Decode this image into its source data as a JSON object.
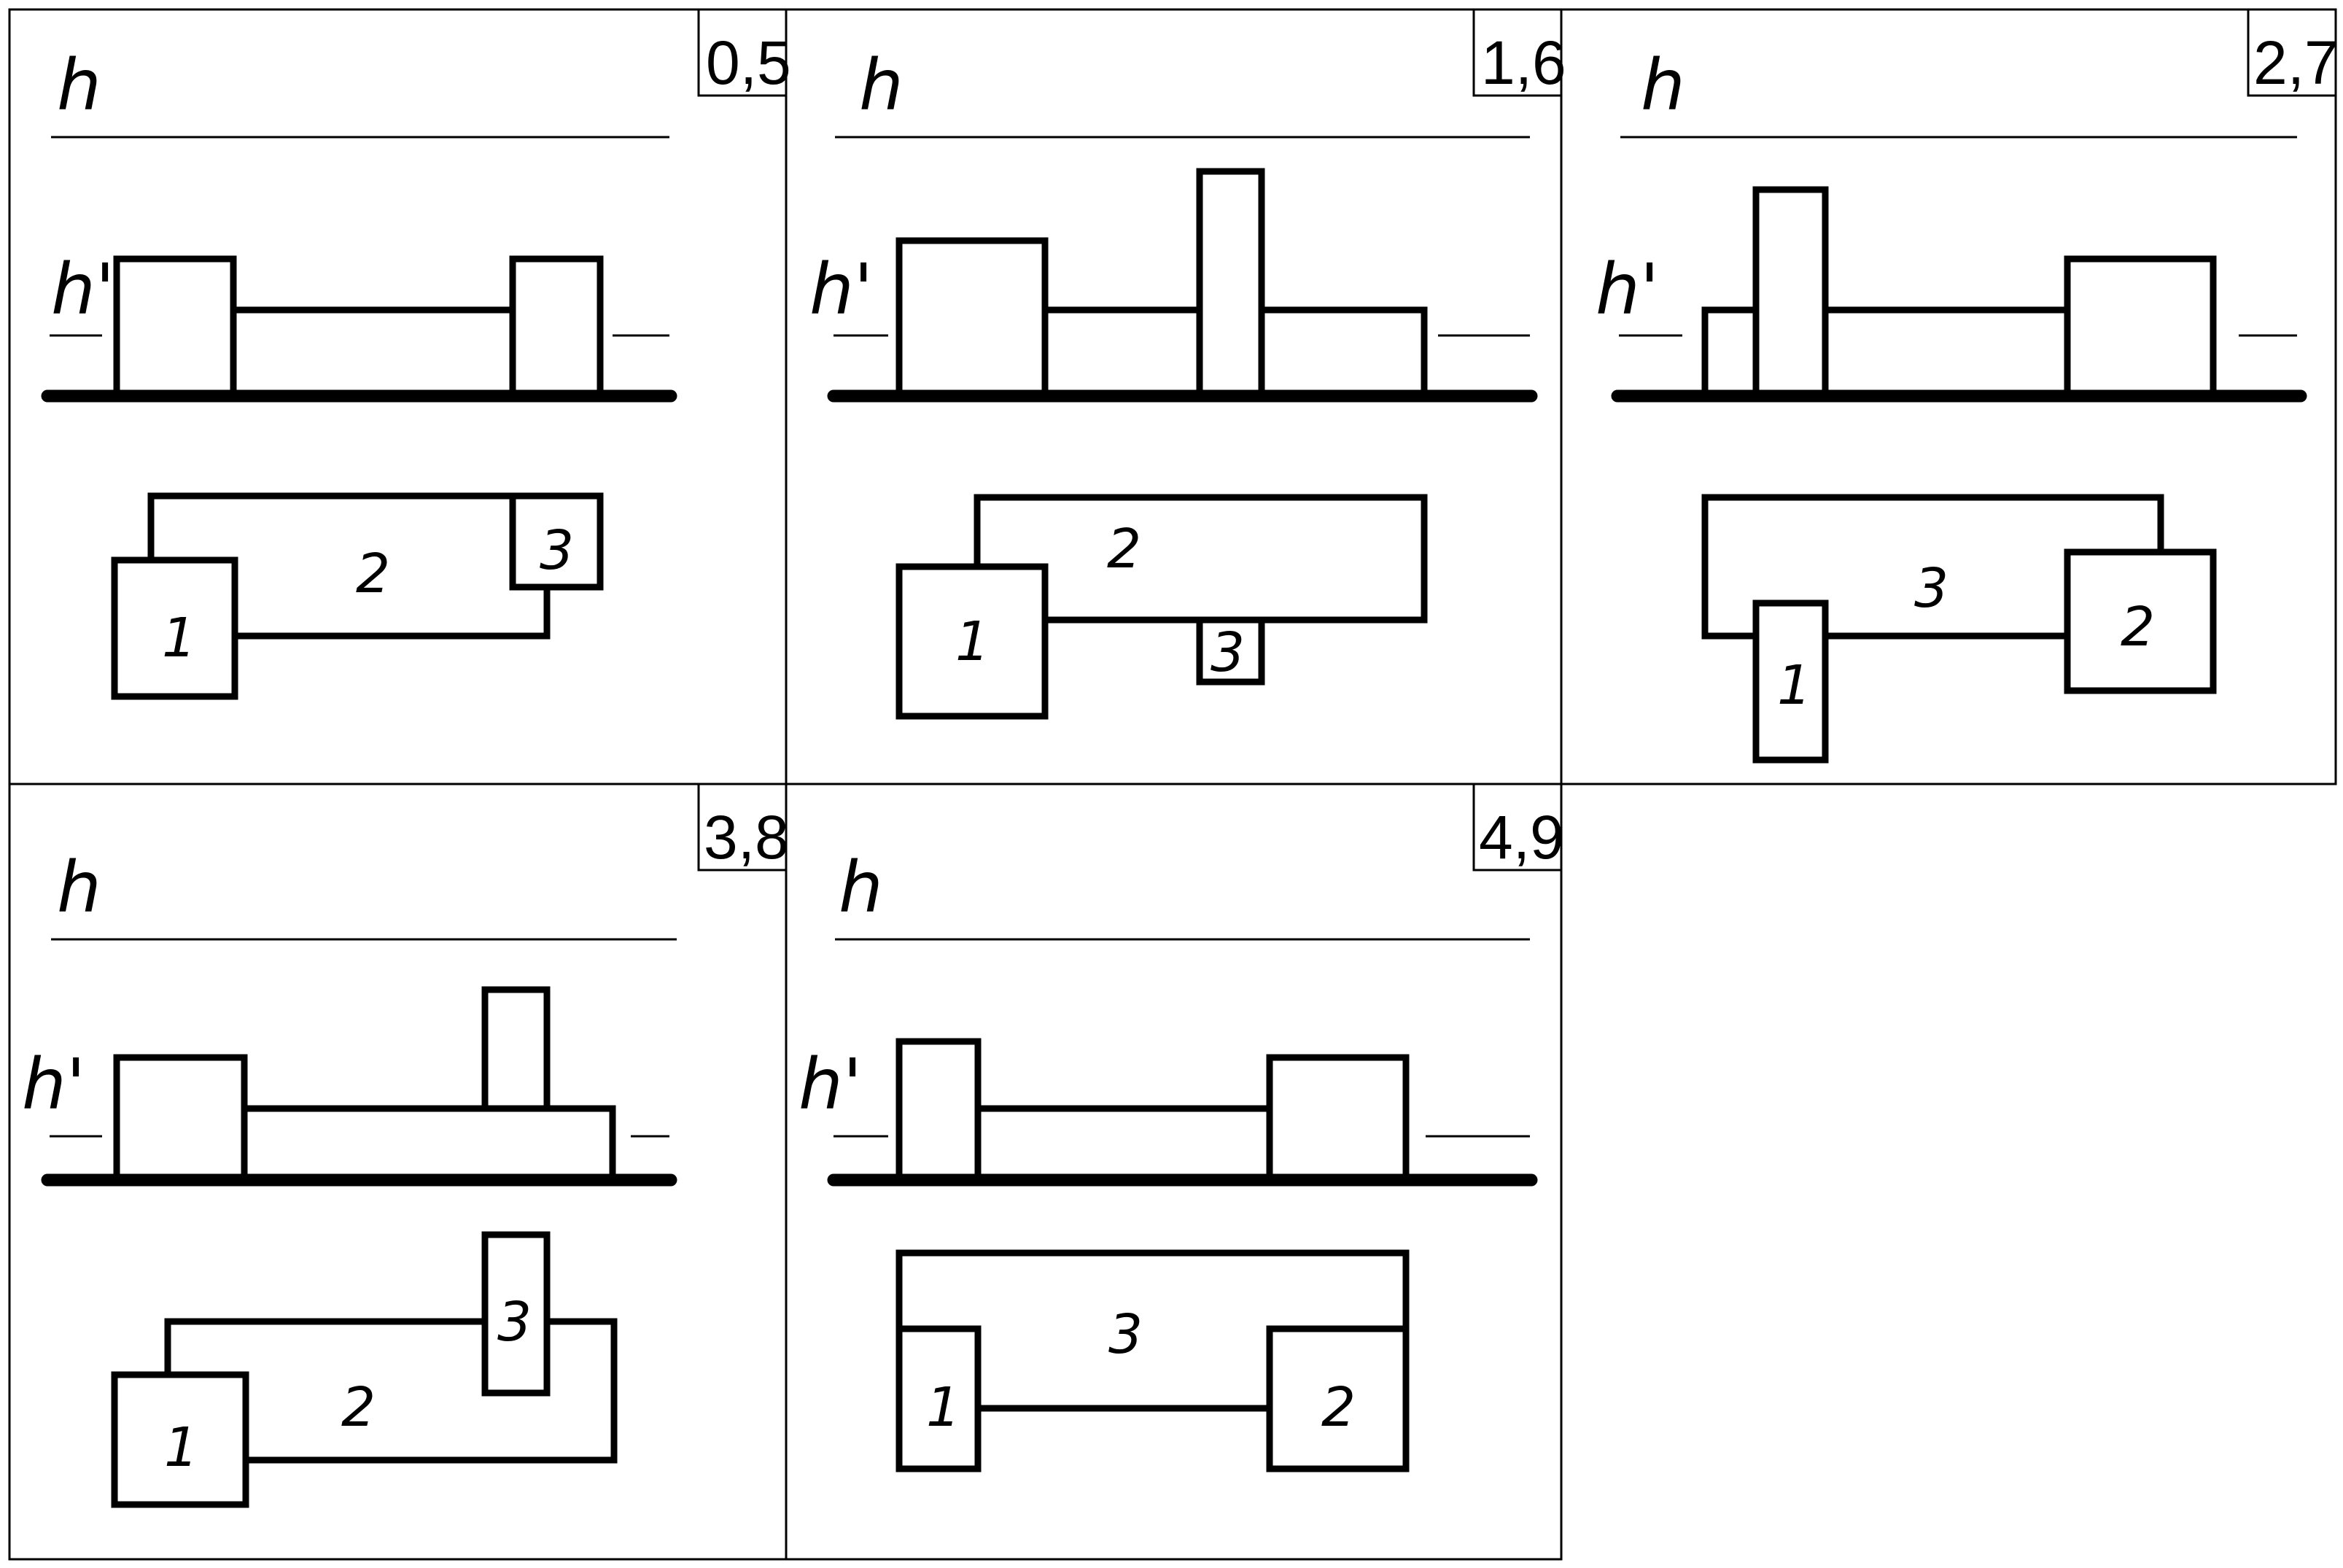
{
  "h_label": "h",
  "h_prime_label": "h'",
  "variants": [
    {
      "value": "0,5",
      "labels": [
        "1",
        "2",
        "3"
      ]
    },
    {
      "value": "1,6",
      "labels": [
        "1",
        "2",
        "3"
      ]
    },
    {
      "value": "2,7",
      "labels": [
        "1",
        "2",
        "3"
      ]
    },
    {
      "value": "3,8",
      "labels": [
        "1",
        "2",
        "3"
      ]
    },
    {
      "value": "4,9",
      "labels": [
        "1",
        "2",
        "3"
      ]
    }
  ]
}
